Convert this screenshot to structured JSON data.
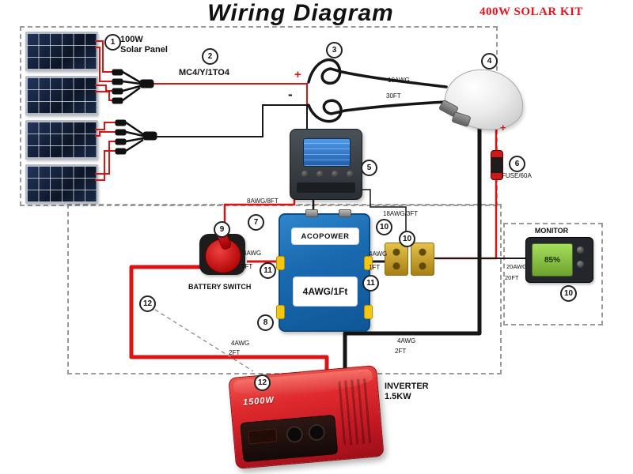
{
  "title": "Wiring Diagram",
  "kit_label": "400W SOLAR KIT",
  "markers": [
    "1",
    "2",
    "3",
    "4",
    "5",
    "6",
    "7",
    "8",
    "9",
    "10",
    "10",
    "10",
    "11",
    "11",
    "12",
    "12"
  ],
  "labels": {
    "solar_panel": "100W\nSolar Panel",
    "mc4": "MC4/Y/1TO4",
    "cable_awg": "10AWG",
    "cable_len": "30FT",
    "plus_pv": "+",
    "minus_pv": "-",
    "plus_fuse": "+",
    "fuse": "FUSE/60A",
    "ctrl_batt_wire": "8AWG/8FT",
    "ctrl_bus_wire": "18AWG/3FT",
    "battery_brand": "ACOPOWER",
    "battery_wire": "4AWG/1Ft",
    "switch_wire_awg": "4AWG",
    "switch_wire_len": "1FT",
    "bus_wire_awg": "4AWG",
    "bus_wire_len": "1FT",
    "battery_switch": "BATTERY SWITCH",
    "monitor": "MONITOR",
    "monitor_wire_awg": "20AWG",
    "monitor_wire_len": "20FT",
    "monitor_value": "85%",
    "inv_left_awg": "4AWG",
    "inv_left_len": "2FT",
    "inv_right_awg": "4AWG",
    "inv_right_len": "2FT",
    "inverter": "INVERTER\n1.5KW",
    "inverter_power": "1500W"
  },
  "colors": {
    "wire_red": "#d81414",
    "wire_black": "#161616",
    "battery_blue": "#1a6ab0",
    "inverter_red": "#d91f27",
    "kit_red": "#e8131d",
    "busbar_brass": "#c9a227"
  }
}
